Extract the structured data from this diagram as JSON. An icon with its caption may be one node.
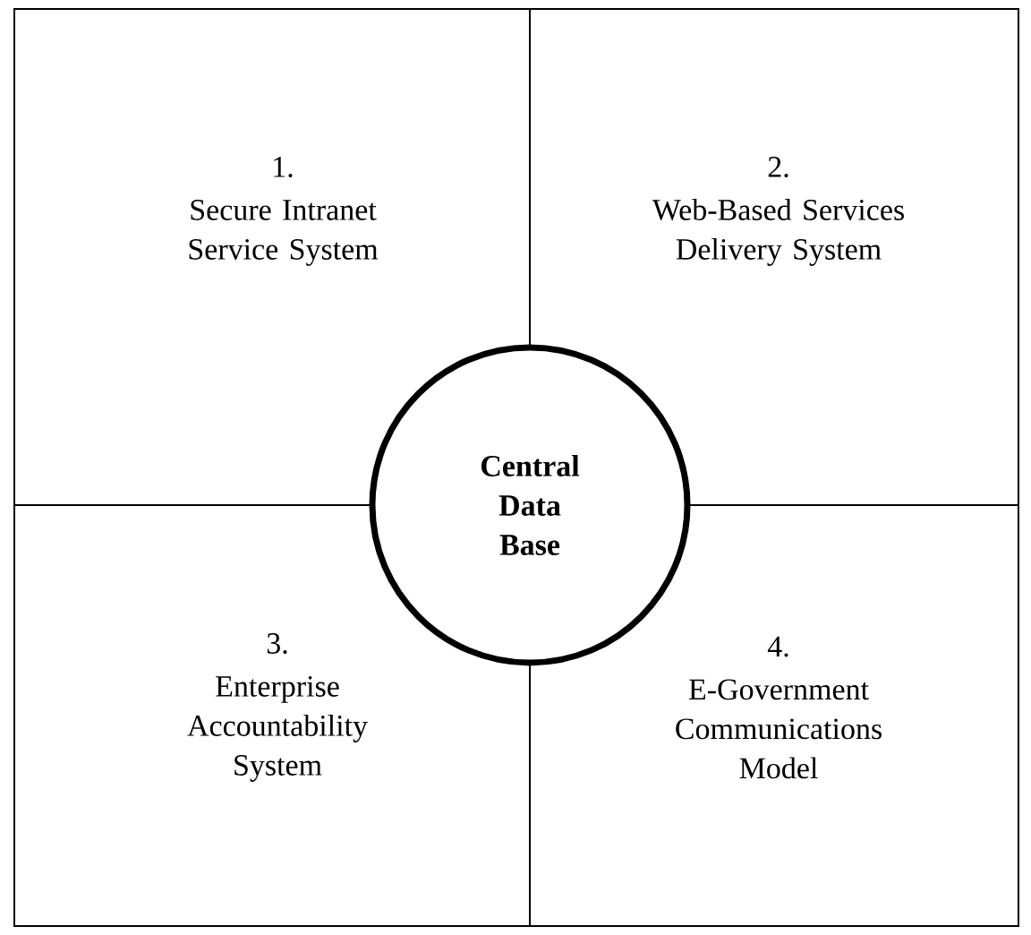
{
  "diagram": {
    "nodes": [
      {
        "text": [
          "1.",
          "Secure Intranet Service System"
        ]
      },
      {
        "text": [
          "2.",
          "Web-Based Services Delivery System"
        ]
      },
      {
        "text": [
          "3.",
          "Enterprise Accountability System"
        ]
      },
      {
        "text": [
          "4.",
          "E-Government Communications Model"
        ]
      },
      {
        "text": [
          "Central Data Base"
        ]
      }
    ],
    "edges": []
  }
}
